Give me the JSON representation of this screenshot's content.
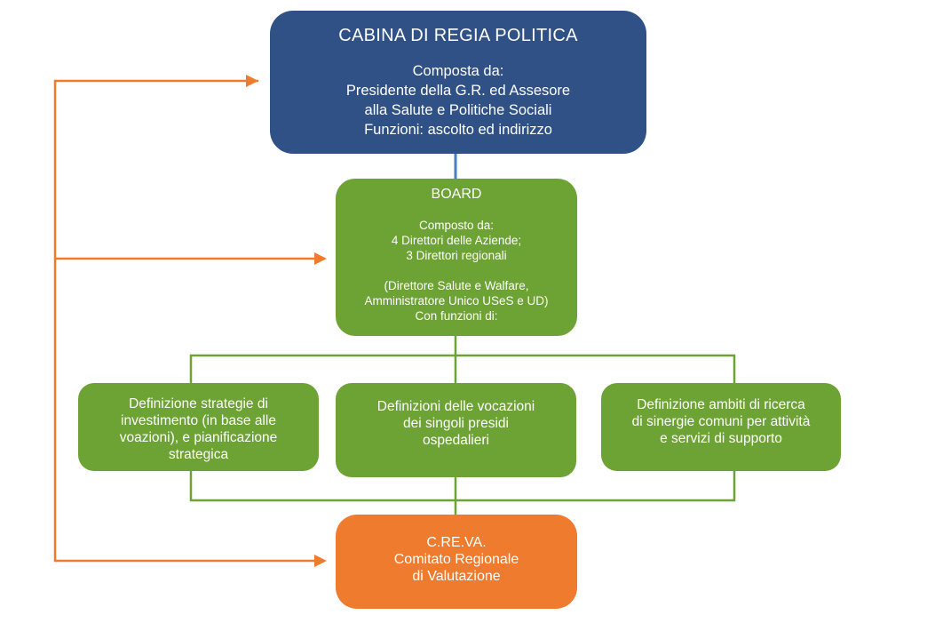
{
  "cabina": {
    "title": "CABINA DI REGIA POLITICA",
    "lines": [
      "Composta da:",
      "Presidente della G.R. ed Assesore",
      "alla Salute e Politiche Sociali",
      "Funzioni: ascolto ed indirizzo"
    ],
    "color": "#2f5186"
  },
  "board": {
    "title": "BOARD",
    "lines_a": [
      "Composto da:",
      "4 Direttori delle Aziende;",
      "3 Direttori regionali"
    ],
    "lines_b": [
      "(Direttore Salute e Walfare,",
      "Amministratore Unico USeS e UD)",
      "Con funzioni di:"
    ],
    "color": "#6da234"
  },
  "functions": [
    {
      "lines": [
        "Definizione strategie di",
        "investimento (in base alle",
        "voazioni), e pianificazione",
        "strategica"
      ]
    },
    {
      "lines": [
        "Definizioni delle vocazioni",
        "dei singoli presidi",
        "ospedalieri"
      ]
    },
    {
      "lines": [
        "Definizione ambiti di ricerca",
        "di sinergie comuni per attività",
        "e servizi di supporto"
      ]
    }
  ],
  "creva": {
    "lines": [
      "C.RE.VA.",
      "Comitato Regionale",
      "di Valutazione"
    ],
    "color": "#ef7b2f"
  },
  "connector_colors": {
    "feedback": "#ef7b2f",
    "green": "#6da234",
    "blue": "#4a7ec2"
  }
}
